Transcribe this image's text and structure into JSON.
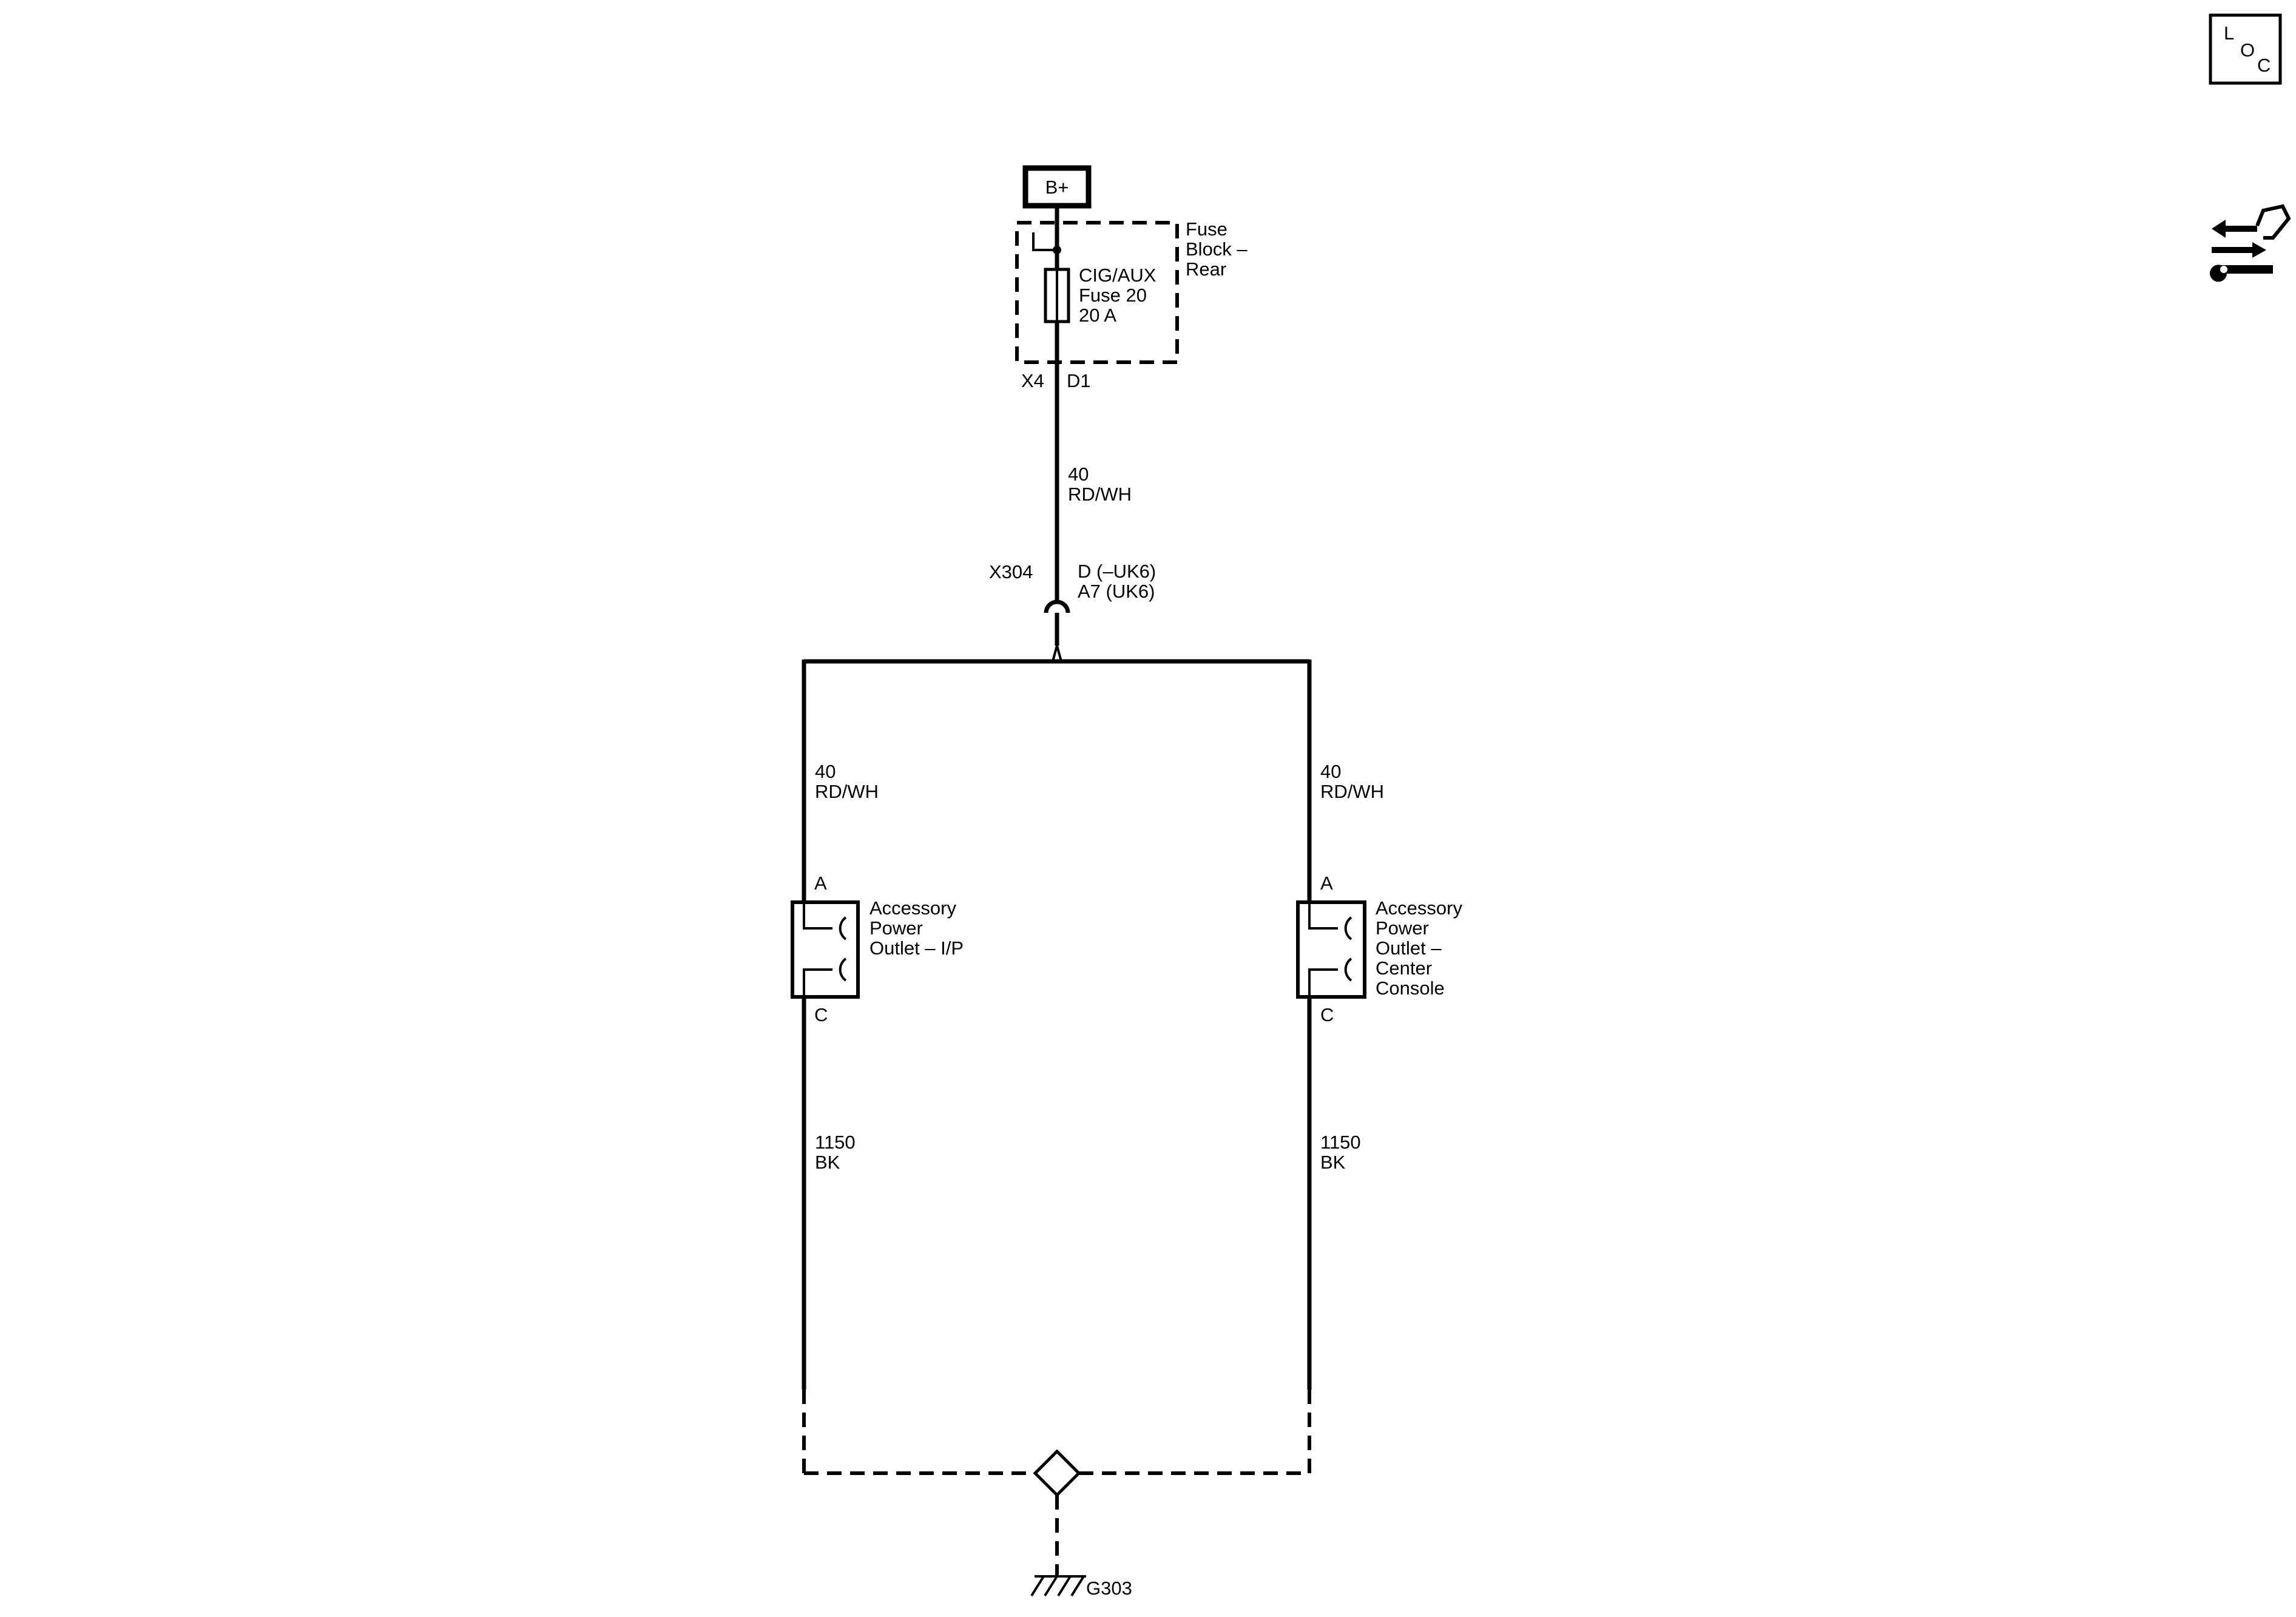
{
  "power": {
    "source_label": "B+"
  },
  "fuse_block": {
    "name_lines": [
      "Fuse",
      "Block –",
      "Rear"
    ],
    "fuse_lines": [
      "CIG/AUX",
      "Fuse 20",
      "20 A"
    ],
    "connector": "X4",
    "pin": "D1"
  },
  "main_wire": {
    "circuit": "40",
    "color": "RD/WH"
  },
  "inline_connector": {
    "name": "X304",
    "pins": [
      "D (–UK6)",
      "A7 (UK6)"
    ]
  },
  "outlets": [
    {
      "name_lines": [
        "Accessory",
        "Power",
        "Outlet – I/P"
      ],
      "pin_top": "A",
      "pin_bottom": "C",
      "feed_wire": {
        "circuit": "40",
        "color": "RD/WH"
      },
      "ground_wire": {
        "circuit": "1150",
        "color": "BK"
      }
    },
    {
      "name_lines": [
        "Accessory",
        "Power",
        "Outlet –",
        "Center",
        "Console"
      ],
      "pin_top": "A",
      "pin_bottom": "C",
      "feed_wire": {
        "circuit": "40",
        "color": "RD/WH"
      },
      "ground_wire": {
        "circuit": "1150",
        "color": "BK"
      }
    }
  ],
  "ground": {
    "name": "G303"
  },
  "corner": {
    "loc_letters": [
      "L",
      "O",
      "C"
    ],
    "nav_icon": "connector-view-icon"
  }
}
